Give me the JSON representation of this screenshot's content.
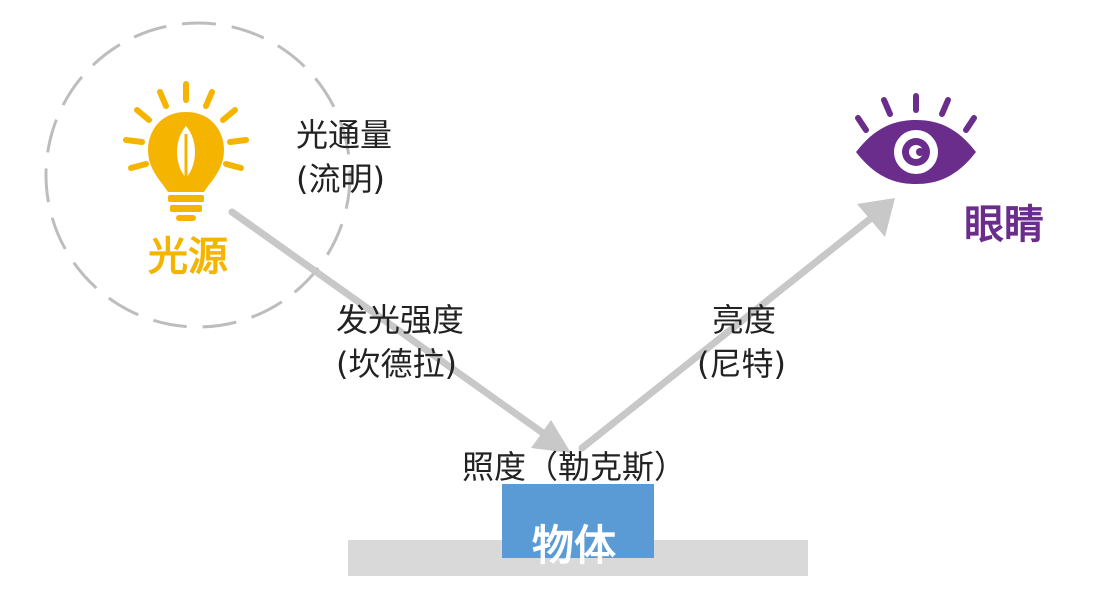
{
  "light_source": {
    "label": "光源",
    "label_color": "#F5B400",
    "icon": "lightbulb-icon"
  },
  "eye": {
    "label": "眼睛",
    "label_color": "#6B2D8C",
    "icon": "eye-icon"
  },
  "luminous_flux": {
    "name": "光通量",
    "unit": "(流明)"
  },
  "luminous_intensity": {
    "name": "发光强度",
    "unit": "(坎德拉)"
  },
  "luminance": {
    "name": "亮度",
    "unit": "(尼特)"
  },
  "illuminance": {
    "text": "照度（勒克斯）"
  },
  "object": {
    "label": "物体",
    "color": "#5B9BD5"
  },
  "colors": {
    "arrow": "#C8C8C8",
    "ground": "#D9D9D9",
    "bulb": "#F5B400",
    "eye": "#6B2D8C",
    "dashed_circle": "#BDBDBD"
  }
}
